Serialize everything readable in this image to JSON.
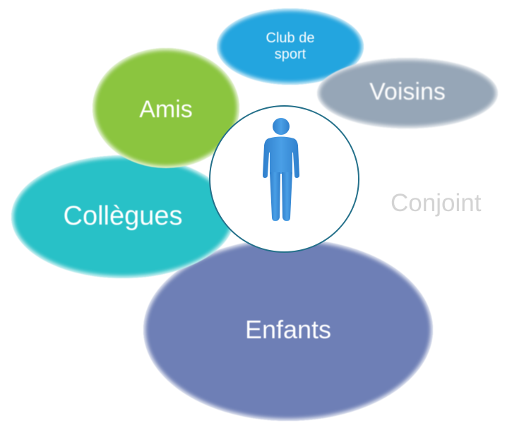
{
  "bubbles": {
    "enfants": {
      "label": "Enfants",
      "color": "#6e7fb6"
    },
    "collegues": {
      "label": "Collègues",
      "color": "#28c1c7"
    },
    "amis": {
      "label": "Amis",
      "color": "#8bc53f"
    },
    "club": {
      "label": "Club de sport",
      "color": "#23a5df"
    },
    "voisins": {
      "label": "Voisins",
      "color": "#96a6b7"
    }
  },
  "center": {
    "icon": "person-icon",
    "ring_color": "#24708a",
    "icon_color": "#3a8fd8"
  },
  "conjoint": {
    "label": "Conjoint",
    "color": "#d3d3d3"
  }
}
